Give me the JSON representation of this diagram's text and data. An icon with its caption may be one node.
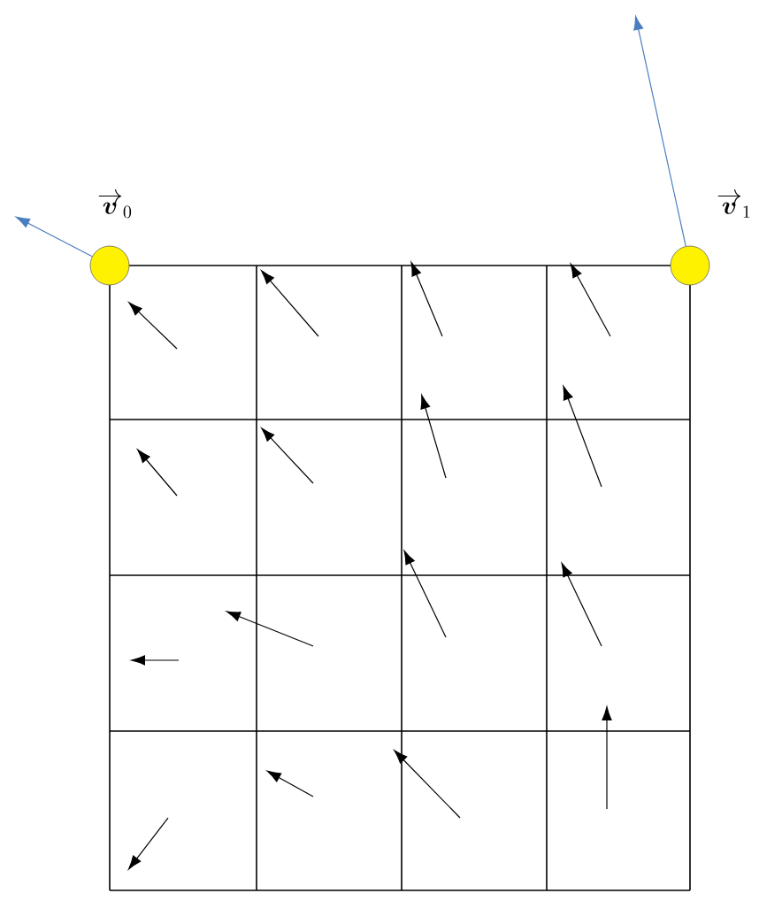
{
  "diagram": {
    "nodes": [
      {
        "text": [],
        "shape": "circle",
        "beside": [
          "\\overrightarrow{\\boldsymbol{v}}_{0}"
        ]
      },
      {
        "text": [],
        "shape": "circle",
        "beside": [
          "\\overrightarrow{\\boldsymbol{v}}_{1}"
        ]
      }
    ],
    "edges": [
      {
        "from": 0,
        "to": null,
        "arrow": "to",
        "color": "#4a7ec0"
      },
      {
        "from": 1,
        "to": null,
        "arrow": "to",
        "color": "#4a7ec0"
      }
    ]
  }
}
